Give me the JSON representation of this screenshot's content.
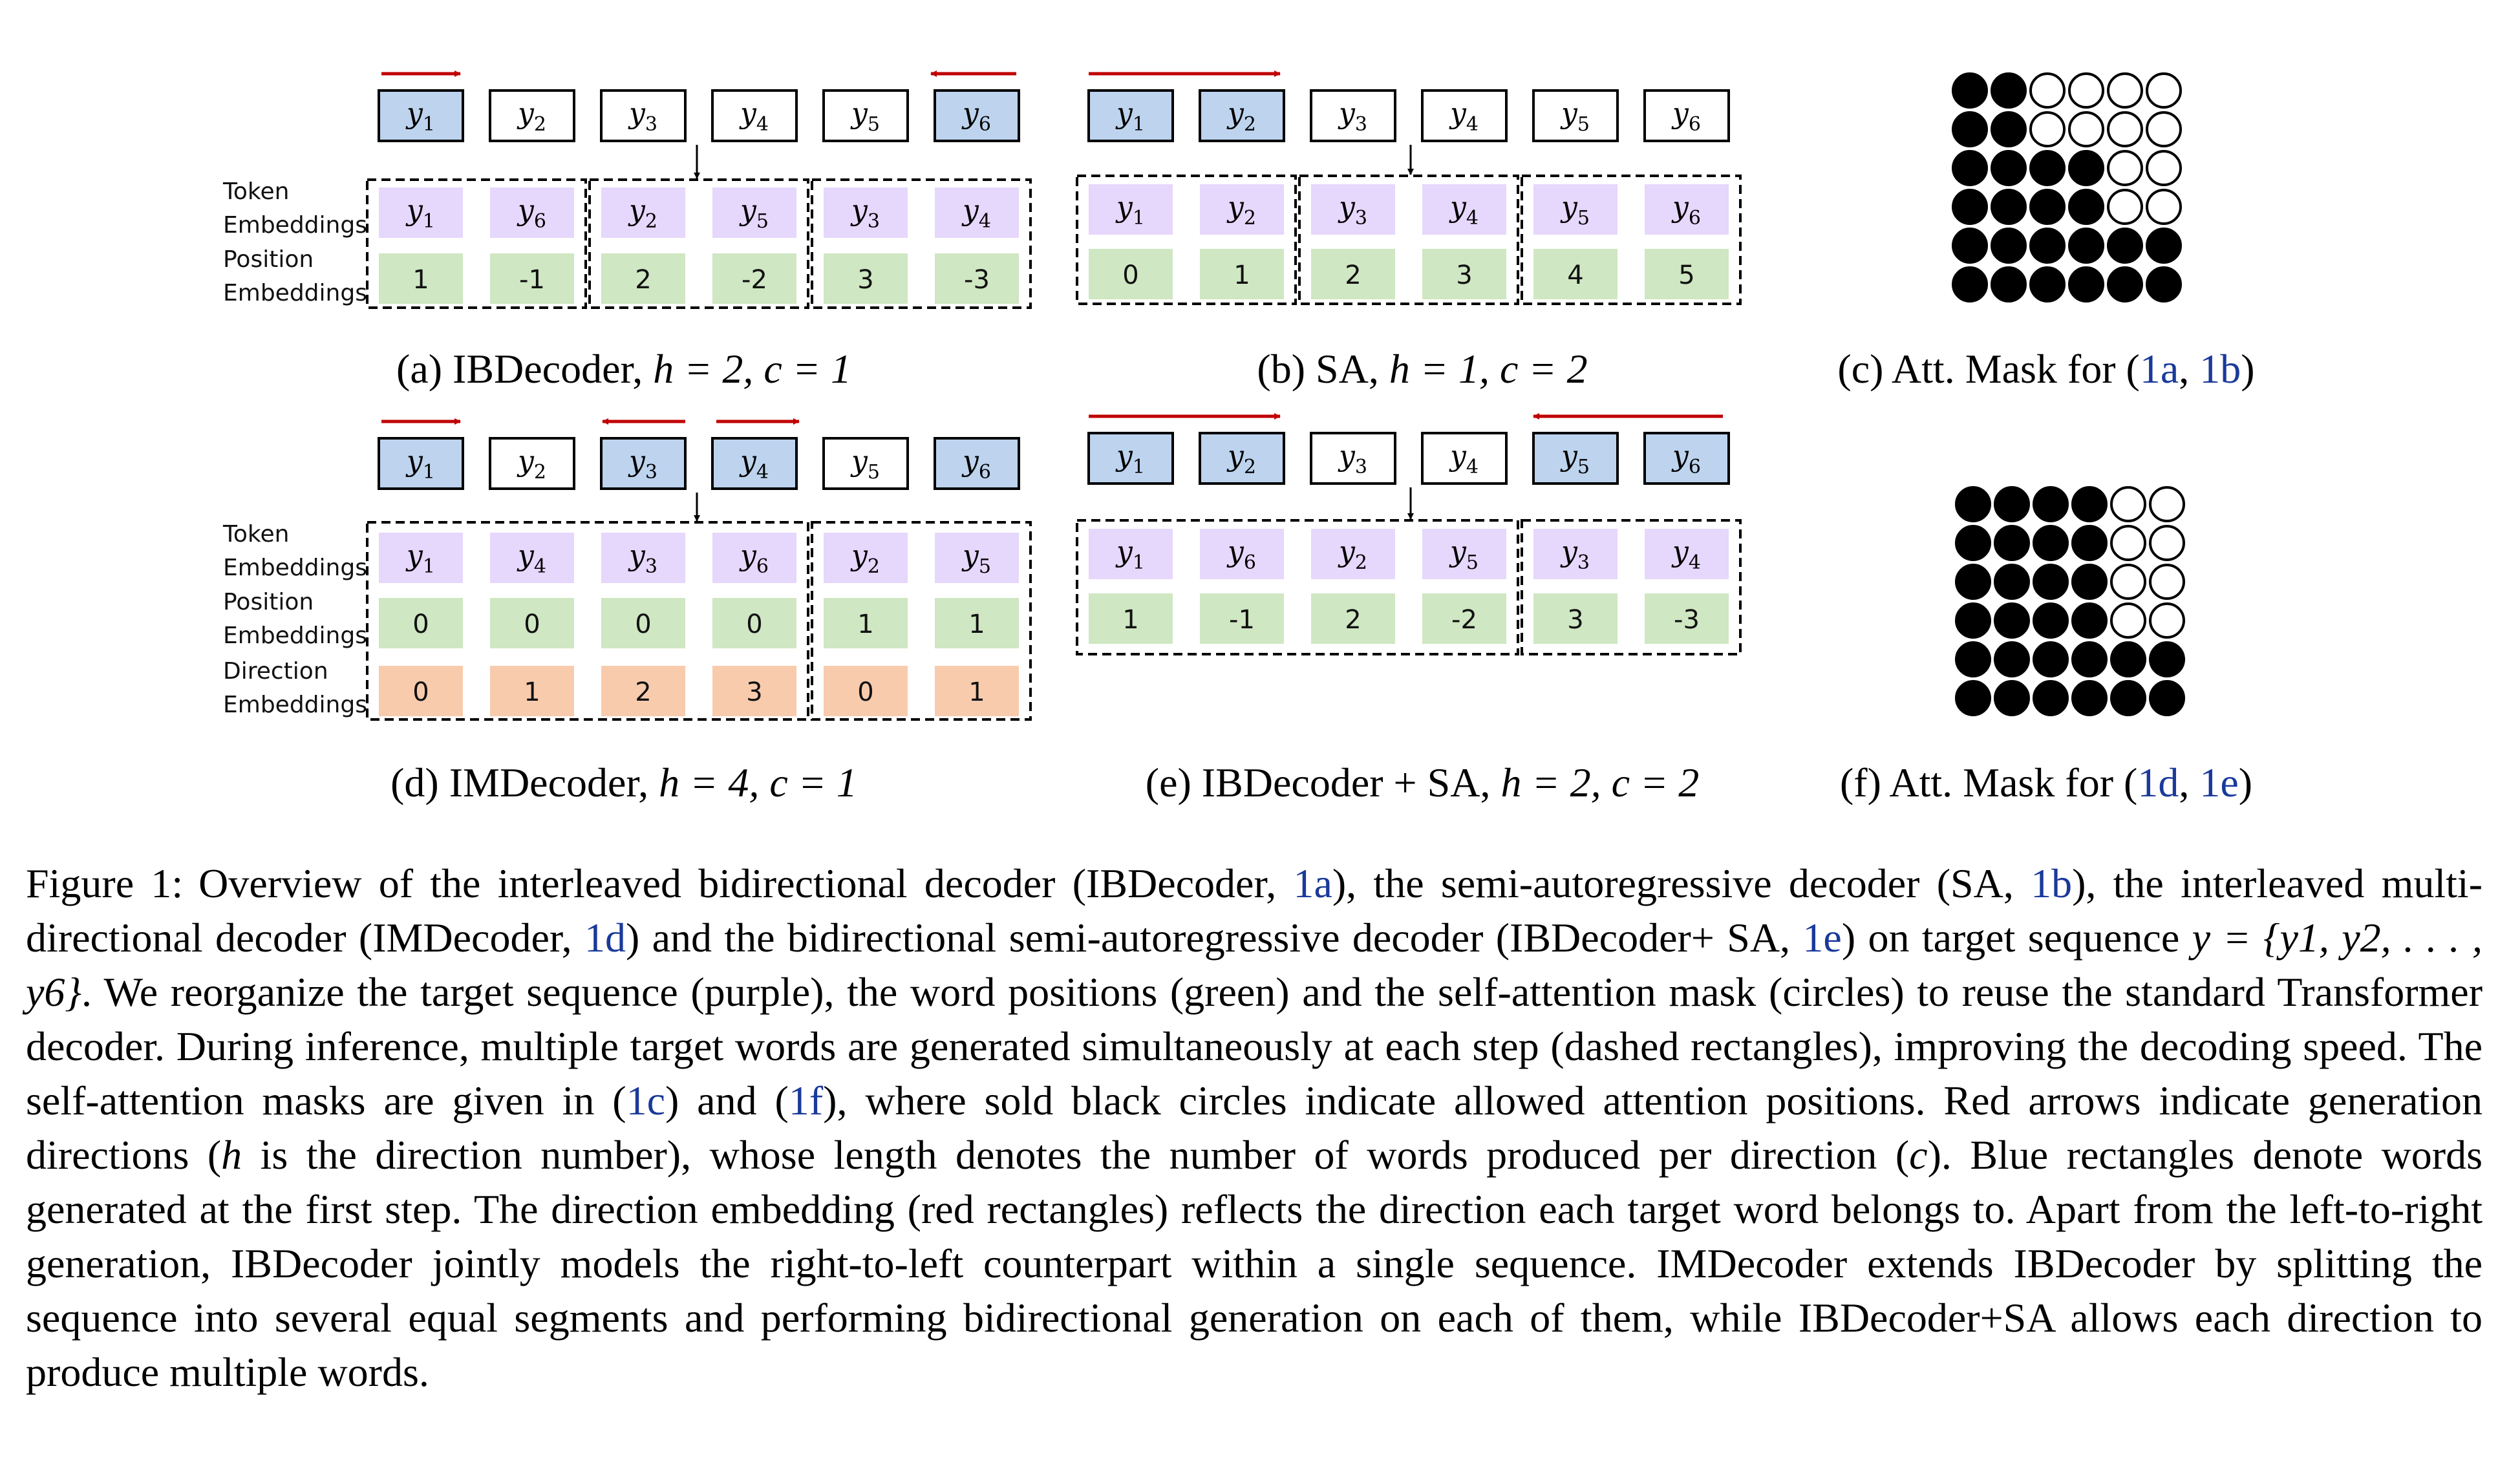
{
  "row_labels": {
    "token": [
      "Token",
      "Embeddings"
    ],
    "position": [
      "Position",
      "Embeddings"
    ],
    "direction": [
      "Direction",
      "Embeddings"
    ]
  },
  "colors": {
    "blue_box": "#bdd3ee",
    "purple": "#e6d7fc",
    "green": "#cfe7c2",
    "orange": "#f8cbad",
    "red_arrow": "#c00000",
    "ref_blue": "#1a3a9a"
  },
  "panels": {
    "a": {
      "caption_prefix": "(a) IBDecoder,",
      "caption_math": "h = 2, c = 1",
      "targets": [
        {
          "tok": "y",
          "sub": "1",
          "first": true
        },
        {
          "tok": "y",
          "sub": "2",
          "first": false
        },
        {
          "tok": "y",
          "sub": "3",
          "first": false
        },
        {
          "tok": "y",
          "sub": "4",
          "first": false
        },
        {
          "tok": "y",
          "sub": "5",
          "first": false
        },
        {
          "tok": "y",
          "sub": "6",
          "first": true
        }
      ],
      "token_emb": [
        "1",
        "6",
        "2",
        "5",
        "3",
        "4"
      ],
      "position_emb": [
        "1",
        "-1",
        "2",
        "-2",
        "3",
        "-3"
      ],
      "groups": [
        2,
        2,
        2
      ]
    },
    "b": {
      "caption_prefix": "(b) SA,",
      "caption_math": "h = 1, c = 2",
      "targets": [
        {
          "tok": "y",
          "sub": "1",
          "first": true
        },
        {
          "tok": "y",
          "sub": "2",
          "first": true
        },
        {
          "tok": "y",
          "sub": "3",
          "first": false
        },
        {
          "tok": "y",
          "sub": "4",
          "first": false
        },
        {
          "tok": "y",
          "sub": "5",
          "first": false
        },
        {
          "tok": "y",
          "sub": "6",
          "first": false
        }
      ],
      "token_emb": [
        "1",
        "2",
        "3",
        "4",
        "5",
        "6"
      ],
      "position_emb": [
        "0",
        "1",
        "2",
        "3",
        "4",
        "5"
      ],
      "groups": [
        2,
        2,
        2
      ]
    },
    "c": {
      "caption_prefix": "(c)  Att. Mask for (",
      "refs": [
        "1a",
        "1b"
      ],
      "caption_suffix": ")",
      "mask": [
        [
          1,
          1,
          0,
          0,
          0,
          0
        ],
        [
          1,
          1,
          0,
          0,
          0,
          0
        ],
        [
          1,
          1,
          1,
          1,
          0,
          0
        ],
        [
          1,
          1,
          1,
          1,
          0,
          0
        ],
        [
          1,
          1,
          1,
          1,
          1,
          1
        ],
        [
          1,
          1,
          1,
          1,
          1,
          1
        ]
      ]
    },
    "d": {
      "caption_prefix": "(d) IMDecoder,",
      "caption_math": "h = 4, c = 1",
      "targets": [
        {
          "tok": "y",
          "sub": "1",
          "first": true
        },
        {
          "tok": "y",
          "sub": "2",
          "first": false
        },
        {
          "tok": "y",
          "sub": "3",
          "first": true
        },
        {
          "tok": "y",
          "sub": "4",
          "first": true
        },
        {
          "tok": "y",
          "sub": "5",
          "first": false
        },
        {
          "tok": "y",
          "sub": "6",
          "first": true
        }
      ],
      "token_emb": [
        "1",
        "4",
        "3",
        "6",
        "2",
        "5"
      ],
      "position_emb": [
        "0",
        "0",
        "0",
        "0",
        "1",
        "1"
      ],
      "direction_emb": [
        "0",
        "1",
        "2",
        "3",
        "0",
        "1"
      ],
      "groups": [
        4,
        2
      ]
    },
    "e": {
      "caption_prefix": "(e) IBDecoder + SA,",
      "caption_math": "h = 2, c = 2",
      "targets": [
        {
          "tok": "y",
          "sub": "1",
          "first": true
        },
        {
          "tok": "y",
          "sub": "2",
          "first": true
        },
        {
          "tok": "y",
          "sub": "3",
          "first": false
        },
        {
          "tok": "y",
          "sub": "4",
          "first": false
        },
        {
          "tok": "y",
          "sub": "5",
          "first": true
        },
        {
          "tok": "y",
          "sub": "6",
          "first": true
        }
      ],
      "token_emb": [
        "1",
        "6",
        "2",
        "5",
        "3",
        "4"
      ],
      "position_emb": [
        "1",
        "-1",
        "2",
        "-2",
        "3",
        "-3"
      ],
      "groups": [
        4,
        2
      ]
    },
    "f": {
      "caption_prefix": "(f)  Att. Mask for (",
      "refs": [
        "1d",
        "1e"
      ],
      "caption_suffix": ")",
      "mask": [
        [
          1,
          1,
          1,
          1,
          0,
          0
        ],
        [
          1,
          1,
          1,
          1,
          0,
          0
        ],
        [
          1,
          1,
          1,
          1,
          0,
          0
        ],
        [
          1,
          1,
          1,
          1,
          0,
          0
        ],
        [
          1,
          1,
          1,
          1,
          1,
          1
        ],
        [
          1,
          1,
          1,
          1,
          1,
          1
        ]
      ]
    }
  },
  "caption": {
    "label": "Figure 1:",
    "segments": [
      {
        "t": "Overview of the interleaved bidirectional decoder (IBDecoder, "
      },
      {
        "t": "1a",
        "ref": true
      },
      {
        "t": "), the semi-autoregressive decoder (SA, "
      },
      {
        "t": "1b",
        "ref": true
      },
      {
        "t": "), the interleaved multi-directional decoder (IMDecoder, "
      },
      {
        "t": "1d",
        "ref": true
      },
      {
        "t": ") and the bidirectional semi-autoregressive decoder (IBDecoder+ SA, "
      },
      {
        "t": "1e",
        "ref": true
      },
      {
        "t": ") on target sequence "
      },
      {
        "t": "y = {y1, y2, . . . , y6}",
        "math": true
      },
      {
        "t": ". We reorganize the target sequence (purple), the word positions (green) and the self-attention mask (circles) to reuse the standard Transformer decoder. During inference, multiple target words are generated simultaneously at each step (dashed rectangles), improving the decoding speed. The self-attention masks are given in ("
      },
      {
        "t": "1c",
        "ref": true
      },
      {
        "t": ") and ("
      },
      {
        "t": "1f",
        "ref": true
      },
      {
        "t": "), where sold black circles indicate allowed attention positions. Red arrows indicate generation directions ("
      },
      {
        "t": "h",
        "math": true
      },
      {
        "t": " is the direction number), whose length denotes the number of words produced per direction ("
      },
      {
        "t": "c",
        "math": true
      },
      {
        "t": "). Blue rectangles denote words generated at the first step. The direction embedding (red rectangles) reflects the direction each target word belongs to. Apart from the left-to-right generation, IBDecoder jointly models the right-to-left counterpart within a single sequence. IMDecoder extends IBDecoder by splitting the sequence into several equal segments and performing bidirectional generation on each of them, while IBDecoder+SA allows each direction to produce multiple words."
      }
    ]
  }
}
